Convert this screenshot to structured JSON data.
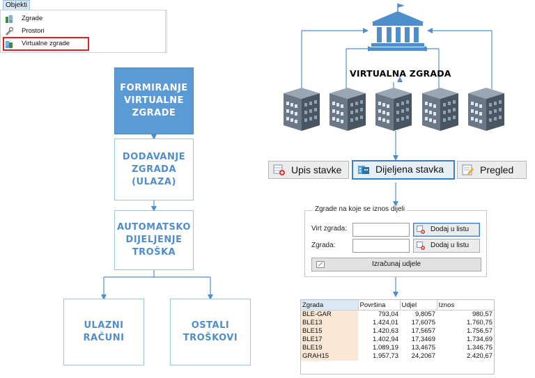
{
  "menu": {
    "tab_label": "Objekti",
    "items": [
      {
        "label": "Zgrade",
        "icon": "buildings-icon"
      },
      {
        "label": "Prostori",
        "icon": "tools-icon"
      },
      {
        "label": "Virtualne zgrade",
        "icon": "virtual-buildings-icon",
        "highlighted": true
      }
    ]
  },
  "flow": {
    "step1": "FORMIRANJE\nVIRTUALNE\nZGRADE",
    "step2": "DODAVANJE\nZGRADA\n(ULAZA)",
    "step3": "AUTOMATSKO\nDIJELJENJE\nTROŠKA",
    "branch_left": "ULAZNI\nRAČUNI",
    "branch_right": "OSTALI\nTROŠKOVI"
  },
  "diagram": {
    "virtual_building_label": "VIRTUALNA ZGRADA"
  },
  "buttons": {
    "upis": "Upis stavke",
    "dijeljena": "Dijeljena stavka",
    "pregled": "Pregled"
  },
  "group": {
    "title": "Zgrade na koje se iznos dijeli",
    "virt_label": "Virt zgrada:",
    "zgrada_label": "Zgrada:",
    "virt_value": "",
    "zgrada_value": "",
    "add_label": "Dodaj u listu",
    "calc_label": "Izračunaj udjele"
  },
  "table": {
    "headers": [
      "Zgrada",
      "Površina",
      "Udjel",
      "Iznos"
    ],
    "rows": [
      [
        "BLE-GAR",
        "793,04",
        "9,8057",
        "980,57"
      ],
      [
        "BLE13",
        "1.424,01",
        "17,6075",
        "1.760,75"
      ],
      [
        "BLE15",
        "1.420,63",
        "17,5657",
        "1.756,57"
      ],
      [
        "BLE17",
        "1.402,94",
        "17,3469",
        "1.734,69"
      ],
      [
        "BLE19",
        "1.089,19",
        "13,4675",
        "1.346,75"
      ],
      [
        "GRAH15",
        "1.957,73",
        "24,2067",
        "2.420,67"
      ]
    ]
  },
  "colors": {
    "accent_blue": "#5b9bd5",
    "arrow_blue": "#4f8ecb",
    "highlight_red": "#e02020"
  }
}
